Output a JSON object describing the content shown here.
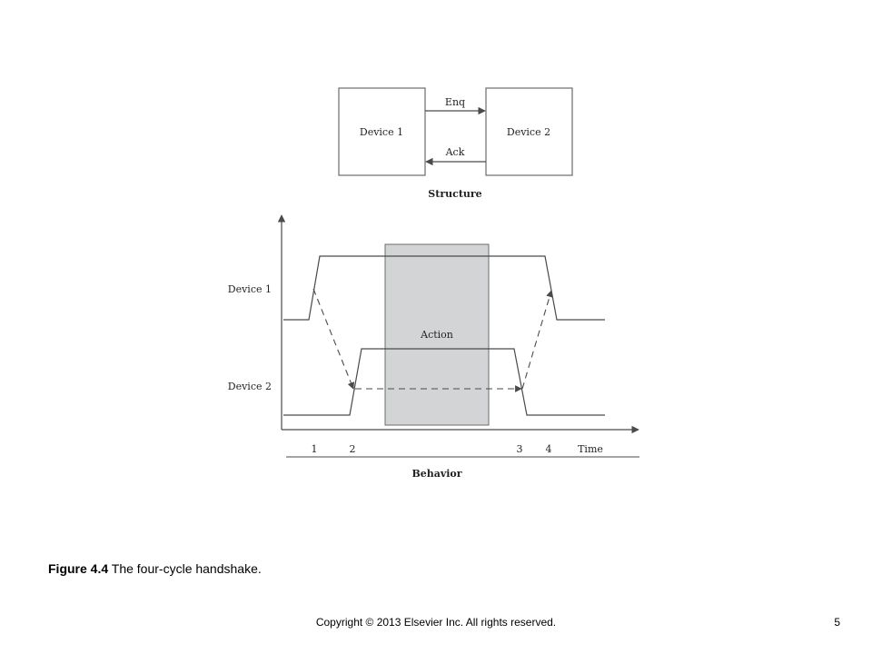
{
  "structure": {
    "device1_label": "Device 1",
    "device2_label": "Device 2",
    "enq_label": "Enq",
    "ack_label": "Ack",
    "caption": "Structure"
  },
  "behavior": {
    "device1_label": "Device 1",
    "device2_label": "Device 2",
    "action_label": "Action",
    "time_labels": [
      "1",
      "2",
      "3",
      "4"
    ],
    "time_axis_label": "Time",
    "caption": "Behavior"
  },
  "colors": {
    "action_fill": "#d3d4d6",
    "line": "#4a4a4a",
    "box_border": "#6b6b6b"
  },
  "figure_caption": {
    "number": "Figure 4.4",
    "text": " The four-cycle handshake."
  },
  "footer": {
    "copyright": "Copyright © 2013 Elsevier Inc. All rights reserved.",
    "page_number": "5"
  }
}
